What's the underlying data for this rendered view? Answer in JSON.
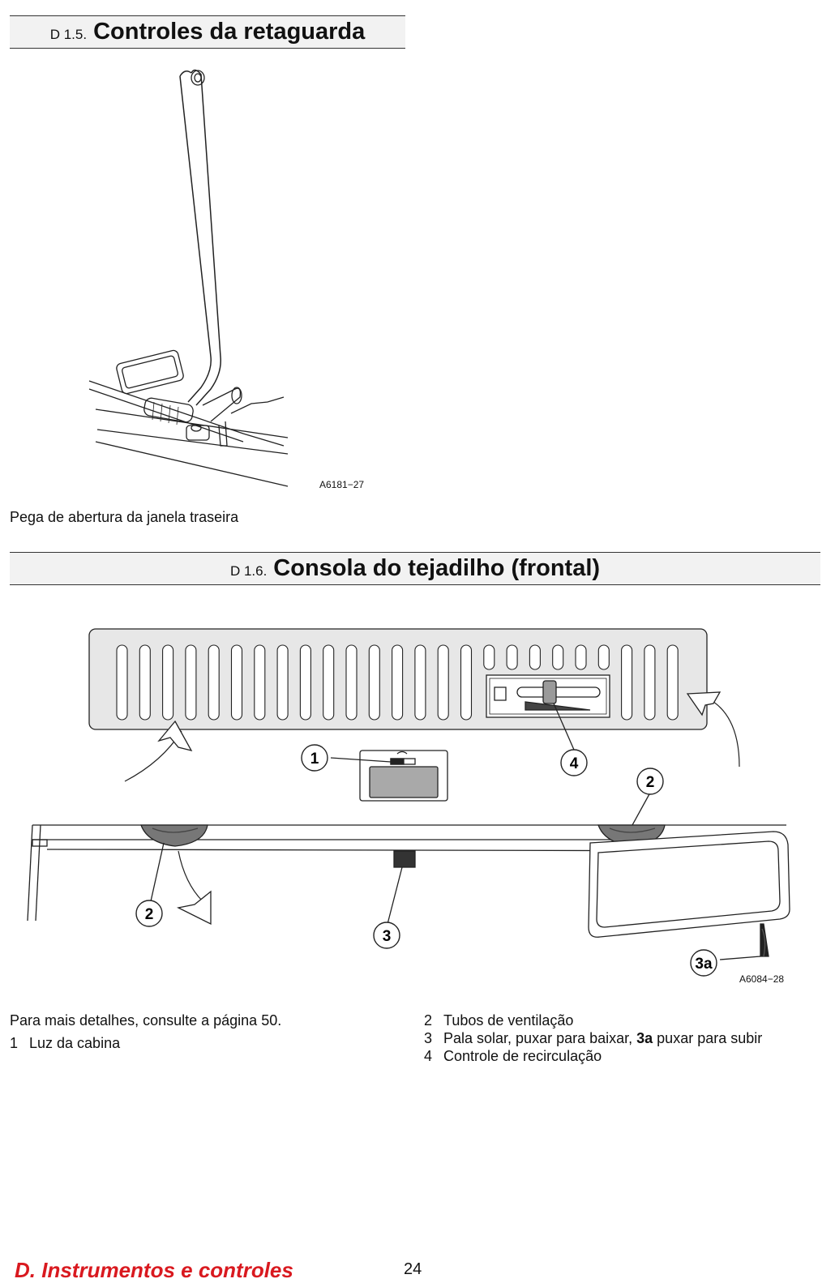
{
  "section1": {
    "number": "D 1.5.",
    "title": "Controles da retaguarda",
    "figure_code": "A6181−27",
    "caption": "Pega de abertura da janela traseira"
  },
  "section2": {
    "number": "D 1.6.",
    "title": "Consola do tejadilho (frontal)",
    "figure_code": "A6084−28",
    "callouts": [
      "1",
      "4",
      "2",
      "2",
      "3",
      "3a"
    ],
    "intro": "Para mais detalhes, consulte a página 50.",
    "legend": [
      {
        "n": "1",
        "text": "Luz da cabina"
      },
      {
        "n": "2",
        "text": "Tubos de ventilação"
      },
      {
        "n": "3",
        "pre": "Pala solar, puxar para baixar, ",
        "bold": "3a",
        "post": " puxar para subir"
      },
      {
        "n": "4",
        "text": "Controle de recirculação"
      }
    ]
  },
  "footer": {
    "chapter": "D. Instrumentos e controles",
    "page": "24"
  }
}
